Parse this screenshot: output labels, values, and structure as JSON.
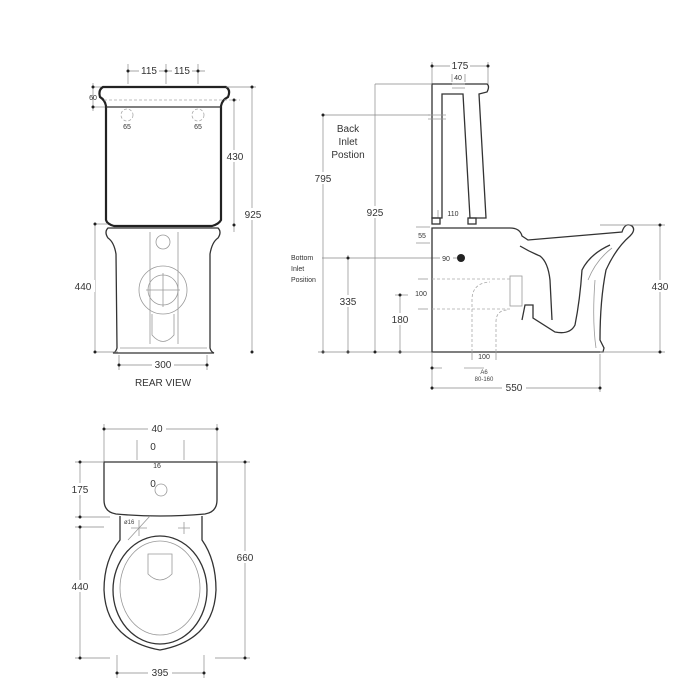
{
  "rear_view": {
    "title": "REAR VIEW",
    "dims": {
      "top_left": "115",
      "top_right": "115",
      "lid_height": "60",
      "hole_left": "65",
      "hole_right": "65",
      "cistern_height": "430",
      "total_height": "925",
      "pan_height": "440",
      "base_width": "300"
    }
  },
  "side_view": {
    "labels": {
      "back_inlet_1": "Back",
      "back_inlet_2": "Inlet",
      "back_inlet_3": "Postion",
      "bottom_inlet_1": "Bottom",
      "bottom_inlet_2": "Inlet",
      "bottom_inlet_3": "Position"
    },
    "dims": {
      "top_width": "175",
      "top_inlet": "40",
      "back_inlet_height": "795",
      "total_height": "925",
      "ledge": "110",
      "ledge_height": "55",
      "bottom_inlet_offset": "90",
      "bottom_inlet_height": "335",
      "outlet_size": "100",
      "outlet_height": "180",
      "pan_height": "430",
      "outlet_width": "100",
      "set_out_1": "A6",
      "set_out_2": "80-160",
      "depth": "550"
    }
  },
  "plan_view": {
    "dims": {
      "width_top": "40",
      "row_0a": "0",
      "row_16": "16",
      "row_0b": "0",
      "cistern_depth": "175",
      "hole_dia": "ø16",
      "bowl_length": "440",
      "total_length": "660",
      "bowl_width": "395"
    }
  }
}
